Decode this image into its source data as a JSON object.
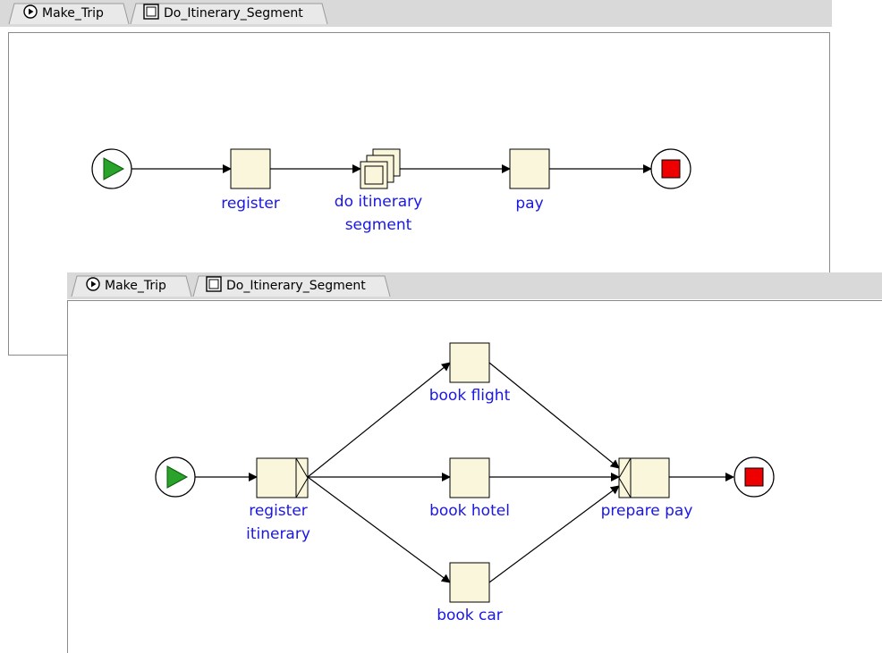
{
  "colors": {
    "task_fill": "#faf6dc",
    "label": "#1a17e6",
    "start": "#2aa32a",
    "end": "#ee0000",
    "tabbar": "#d9d9d9"
  },
  "tabs": [
    {
      "label": "Make_Trip",
      "icon": "play-circle-icon"
    },
    {
      "label": "Do_Itinerary_Segment",
      "icon": "square-icon"
    }
  ],
  "top_diagram": {
    "register": "register",
    "do_itinerary_line1": "do itinerary",
    "do_itinerary_line2": "segment",
    "pay": "pay"
  },
  "bottom_diagram": {
    "register_line1": "register",
    "register_line2": "itinerary",
    "book_flight": "book flight",
    "book_hotel": "book hotel",
    "book_car": "book car",
    "prepare_pay": "prepare pay"
  }
}
